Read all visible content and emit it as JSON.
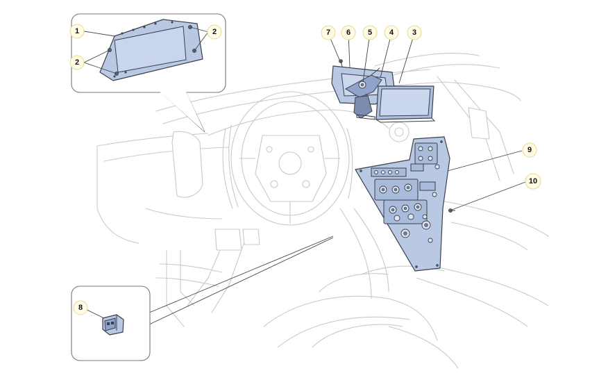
{
  "callouts": [
    "1",
    "2",
    "2",
    "3",
    "4",
    "5",
    "6",
    "7",
    "8",
    "9",
    "10"
  ],
  "colors": {
    "part_fill": "#b9c9e4",
    "part_outline": "#3a3f4a",
    "ghost_outline": "#c9c9c9",
    "callout_fill": "#fffbe6"
  }
}
